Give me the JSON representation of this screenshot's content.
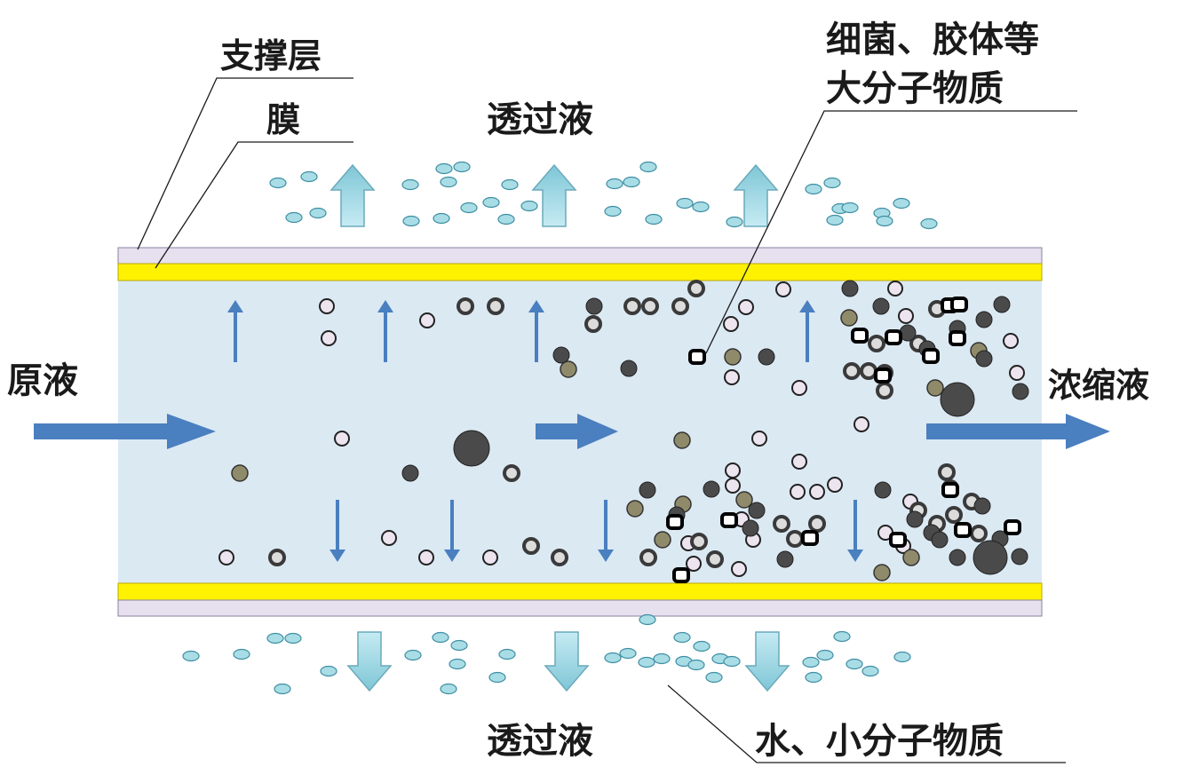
{
  "labels": {
    "support_layer": "支撑层",
    "membrane": "膜",
    "permeate_top": "透过液",
    "permeate_bottom": "透过液",
    "feed": "原液",
    "concentrate": "浓缩液",
    "large_molecules_line1": "细菌、胶体等",
    "large_molecules_line2": "大分子物质",
    "small_molecules": "水、小分子物质"
  },
  "colors": {
    "channel_fill": "#dbe9f3",
    "membrane_yellow": "#fff200",
    "support_lavender": "#e6e0ef",
    "flow_arrow": "#4a7fc0",
    "permeate_droplet": "#a9dde6",
    "particle_dark": "#4a4a4a",
    "particle_olive": "#8f8a6a"
  },
  "icons": {
    "feed_arrow": "arrow-right-icon",
    "concentrate_arrow": "arrow-right-icon",
    "permeate_arrow_up": "arrow-up-icon",
    "permeate_arrow_down": "arrow-down-icon"
  }
}
